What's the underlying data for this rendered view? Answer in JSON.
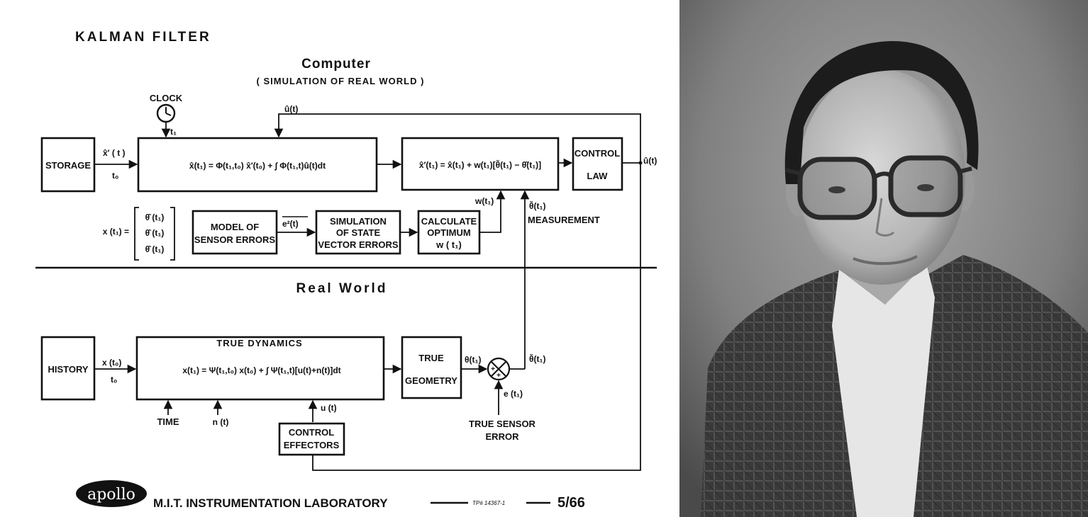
{
  "diagram": {
    "title": "KALMAN FILTER",
    "computer_heading": "Computer",
    "computer_subheading": "( SIMULATION OF REAL WORLD )",
    "real_world_heading": "Real World",
    "blocks": {
      "storage": "STORAGE",
      "clock": "CLOCK",
      "predict_eq": "x̂(t₁) = Φ(t₁,t₀) x̂′(t₀) + ∫ Φ(t₁,t)û(t)dt",
      "update_eq": "x̂′(t₁) = x̂(t₁) + w(t₁)[θ̃(t₁) − θ̂(t₁)]",
      "control_law_1": "CONTROL",
      "control_law_2": "LAW",
      "model_sensor_1": "MODEL OF",
      "model_sensor_2": "SENSOR ERRORS",
      "sim_state_1": "SIMULATION",
      "sim_state_2": "OF STATE",
      "sim_state_3": "VECTOR ERRORS",
      "calc_opt_1": "CALCULATE",
      "calc_opt_2": "OPTIMUM",
      "calc_opt_3": "w ( t₁)",
      "history": "HISTORY",
      "true_dynamics_title": "TRUE DYNAMICS",
      "true_dynamics_eq": "x(t₁) = Ψ(t₁,t₀) x(t₀) + ∫ Ψ(t₁,t)[u(t)+n(t)]dt",
      "true_geometry_1": "TRUE",
      "true_geometry_2": "GEOMETRY",
      "control_effectors_1": "CONTROL",
      "control_effectors_2": "EFFECTORS"
    },
    "signals": {
      "xhat_prime_t": "x̂′ ( t )",
      "t0_top": "t₀",
      "t1_clock": "t₁",
      "uhat_top": "û(t)",
      "uhat_out": "û(t)",
      "w_t1": "w(t₁)",
      "theta_tilde": "θ̃(t₁)",
      "measurement": "MEASUREMENT",
      "e2_t": "e²(t)",
      "state_vector_lhs": "x (t₁) =",
      "state_vec_1": "θ̂ (t₁)",
      "state_vec_2": "θ̂ (t₁)",
      "state_vec_3": "θ̂ (t₁)",
      "x_t0": "x (t₀)",
      "t0_bottom": "t₀",
      "time": "TIME",
      "n_t": "n (t)",
      "u_t": "u (t)",
      "theta_t1": "θ(t₁)",
      "theta_tilde_out": "θ̃(t₁)",
      "e_t1": "e (t₁)",
      "true_sensor_1": "TRUE SENSOR",
      "true_sensor_2": "ERROR"
    },
    "footer": {
      "logo": "apollo",
      "lab": "M.I.T. INSTRUMENTATION LABORATORY",
      "tp_number": "TP# 14367-1",
      "date": "5/66"
    }
  },
  "portrait": {
    "style": "black-and-white studio portrait"
  }
}
